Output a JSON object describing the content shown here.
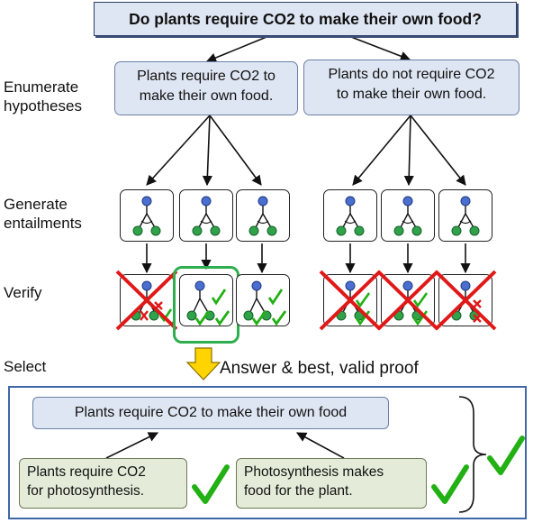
{
  "question": "Do plants require CO2 to make their own food?",
  "stages": {
    "enumerate": [
      "Enumerate",
      "hypotheses"
    ],
    "generate": [
      "Generate",
      "entailments"
    ],
    "verify": "Verify",
    "select": "Select"
  },
  "hypotheses": [
    {
      "line1": "Plants require CO2 to",
      "line2": "make their own food."
    },
    {
      "line1": "Plants do not require CO2",
      "line2": "to make their own food."
    }
  ],
  "select_label": "Answer & best, valid proof",
  "answer": {
    "root": "Plants require CO2 to make their own food",
    "premises": [
      {
        "line1": "Plants require CO2",
        "line2": "for photosynthesis."
      },
      {
        "line1": "Photosynthesis makes",
        "line2": "food for the plant."
      }
    ]
  },
  "colors": {
    "hypothesis_fill": "#dfe6f3",
    "premise_fill": "#e4ecd9",
    "node_blue": "#4a6fd0",
    "node_green": "#2fa24a",
    "check_green": "#22b014",
    "cross_red": "#e01818",
    "best_border": "#2fae4f",
    "select_arrow": "#ffd400",
    "answer_border": "#3f67a8"
  }
}
